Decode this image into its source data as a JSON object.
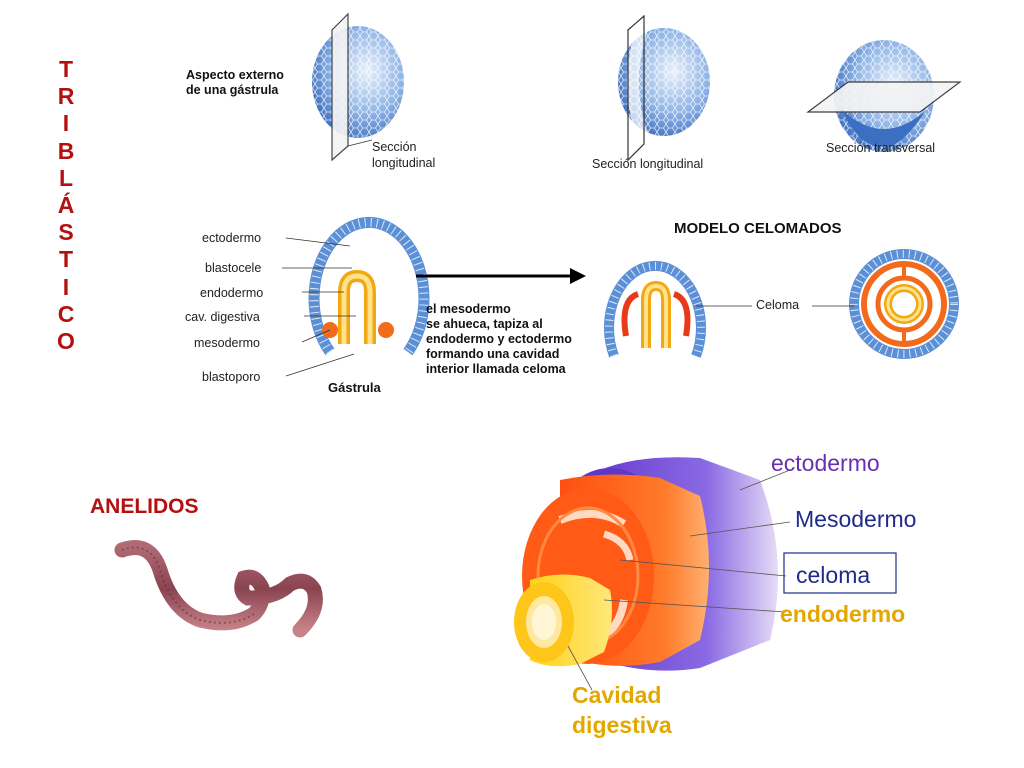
{
  "vertical_title": [
    "T",
    "R",
    "I",
    "B",
    "L",
    "Á",
    "S",
    "T",
    "I",
    "C",
    "O"
  ],
  "gastrula_views": {
    "external_label": "Aspecto externo de una gástrula",
    "external_line1": "Aspecto externo",
    "external_line2": "de una gástrula",
    "section_long_1_line1": "Sección",
    "section_long_1_line2": "longitudinal",
    "section_long_2": "Sección longitudinal",
    "section_transversal": "Sección transversal"
  },
  "gastrula_labels": {
    "ectodermo": "ectodermo",
    "blastocele": "blastocele",
    "endodermo": "endodermo",
    "cav_digestiva": "cav. digestiva",
    "mesodermo": "mesodermo",
    "blastoporo": "blastoporo",
    "title": "Gástrula"
  },
  "mesoderm_text": {
    "line1": "el mesodermo",
    "line2": "se ahueca, tapiza al",
    "line3": "endodermo y ectodermo",
    "line4": "formando una cavidad",
    "line5": "interior llamada celoma"
  },
  "celomados": {
    "title": "MODELO CELOMADOS",
    "celoma_label": "Celoma"
  },
  "anelidos": {
    "title": "ANELIDOS"
  },
  "cylinder_labels": {
    "ectodermo": "ectodermo",
    "mesodermo": "Mesodermo",
    "celoma": "celoma",
    "endodermo": "endodermo",
    "cavidad_line1": "Cavidad",
    "cavidad_line2": "digestiva"
  },
  "colors": {
    "title_red": "#b41010",
    "ectodermo_purple": "#6a2fb0",
    "mesodermo_blue": "#1f2a8a",
    "endodermo_yellow": "#e2a800",
    "cell_blue": "#4f86d6",
    "orange": "#f26a1b"
  }
}
